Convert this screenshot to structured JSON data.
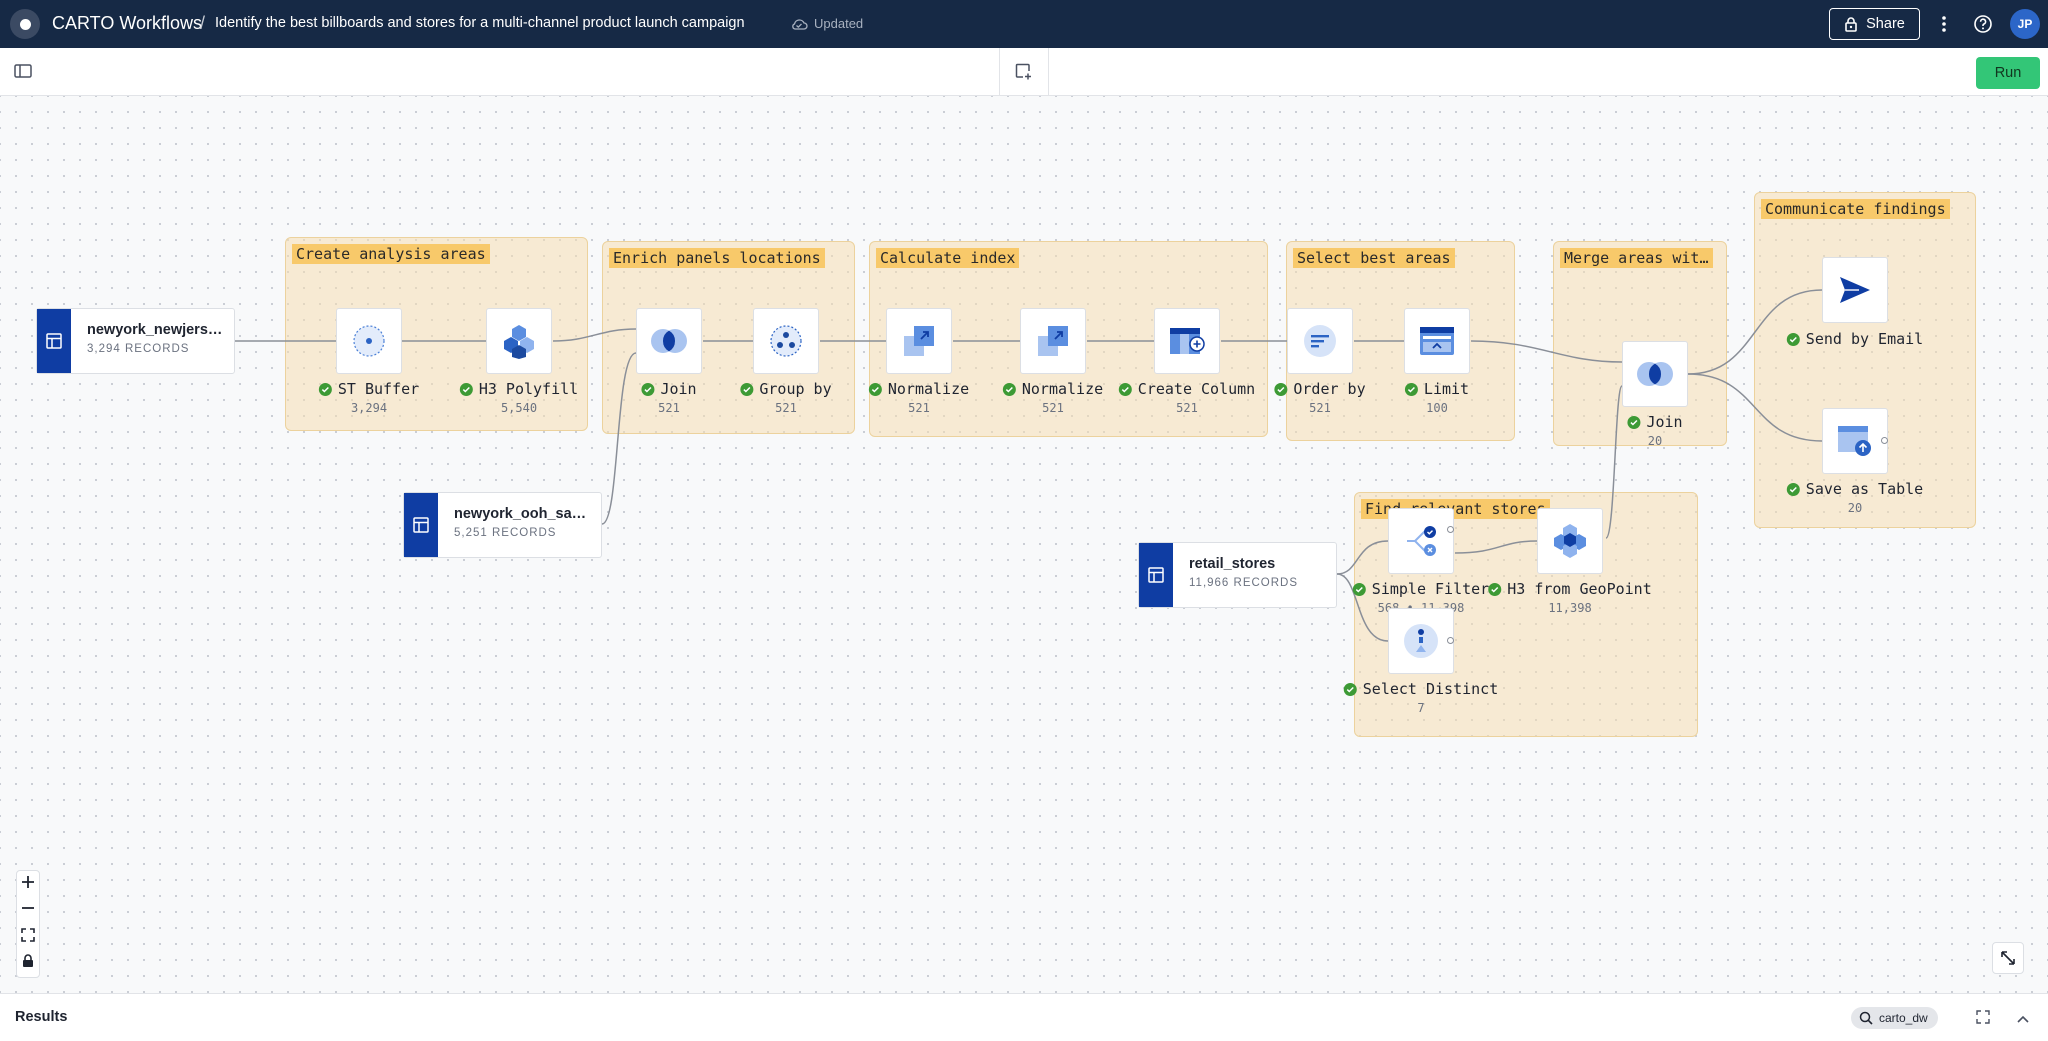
{
  "header": {
    "app_title": "CARTO Workflows",
    "separator": "/",
    "workflow_title": "Identify the best billboards and stores for a multi-channel product launch campaign",
    "status": "Updated",
    "share_label": "Share",
    "avatar_initials": "JP"
  },
  "toolbar": {
    "run_label": "Run"
  },
  "canvas": {
    "groups": {
      "create": "Create analysis areas",
      "enrich": "Enrich panels locations",
      "index": "Calculate index",
      "select": "Select best areas",
      "merge": "Merge areas wit…",
      "communicate": "Communicate findings",
      "find": "Find relevant stores"
    },
    "sources": {
      "nj": {
        "name": "newyork_newjers…",
        "records": "3,294 RECORDS"
      },
      "ooh": {
        "name": "newyork_ooh_sa…",
        "records": "5,251 RECORDS"
      },
      "retail": {
        "name": "retail_stores",
        "records": "11,966 RECORDS"
      }
    },
    "nodes": {
      "st_buffer": {
        "label": "ST Buffer",
        "count": "3,294"
      },
      "h3_polyfill": {
        "label": "H3 Polyfill",
        "count": "5,540"
      },
      "join1": {
        "label": "Join",
        "count": "521"
      },
      "group_by": {
        "label": "Group by",
        "count": "521"
      },
      "normalize1": {
        "label": "Normalize",
        "count": "521"
      },
      "normalize2": {
        "label": "Normalize",
        "count": "521"
      },
      "create_column": {
        "label": "Create Column",
        "count": "521"
      },
      "order_by": {
        "label": "Order by",
        "count": "521"
      },
      "limit": {
        "label": "Limit",
        "count": "100"
      },
      "join2": {
        "label": "Join",
        "count": "20"
      },
      "send_email": {
        "label": "Send by Email",
        "count": ""
      },
      "save_table": {
        "label": "Save as Table",
        "count": "20"
      },
      "simple_filter": {
        "label": "Simple Filter",
        "count": "568 • 11,398"
      },
      "h3_geopoint": {
        "label": "H3 from GeoPoint",
        "count": "11,398"
      },
      "select_distinct": {
        "label": "Select Distinct",
        "count": "7"
      }
    }
  },
  "results": {
    "title": "Results",
    "connection": "carto_dw"
  },
  "colors": {
    "topbar": "#162945",
    "run": "#33c677",
    "group_fill": "#f5deb2",
    "group_title": "#f8c96a",
    "source_tab": "#0f3da3",
    "check": "#3d9a35"
  },
  "icons": [
    "carto-logo-icon",
    "cloud-check-icon",
    "lock-icon",
    "more-vert-icon",
    "help-icon",
    "sidebar-toggle-icon",
    "add-node-icon",
    "zoom-in-icon",
    "zoom-out-icon",
    "fit-view-icon",
    "lock-canvas-icon",
    "expand-icon",
    "search-connection-icon",
    "fullscreen-icon",
    "chevron-up-icon"
  ]
}
